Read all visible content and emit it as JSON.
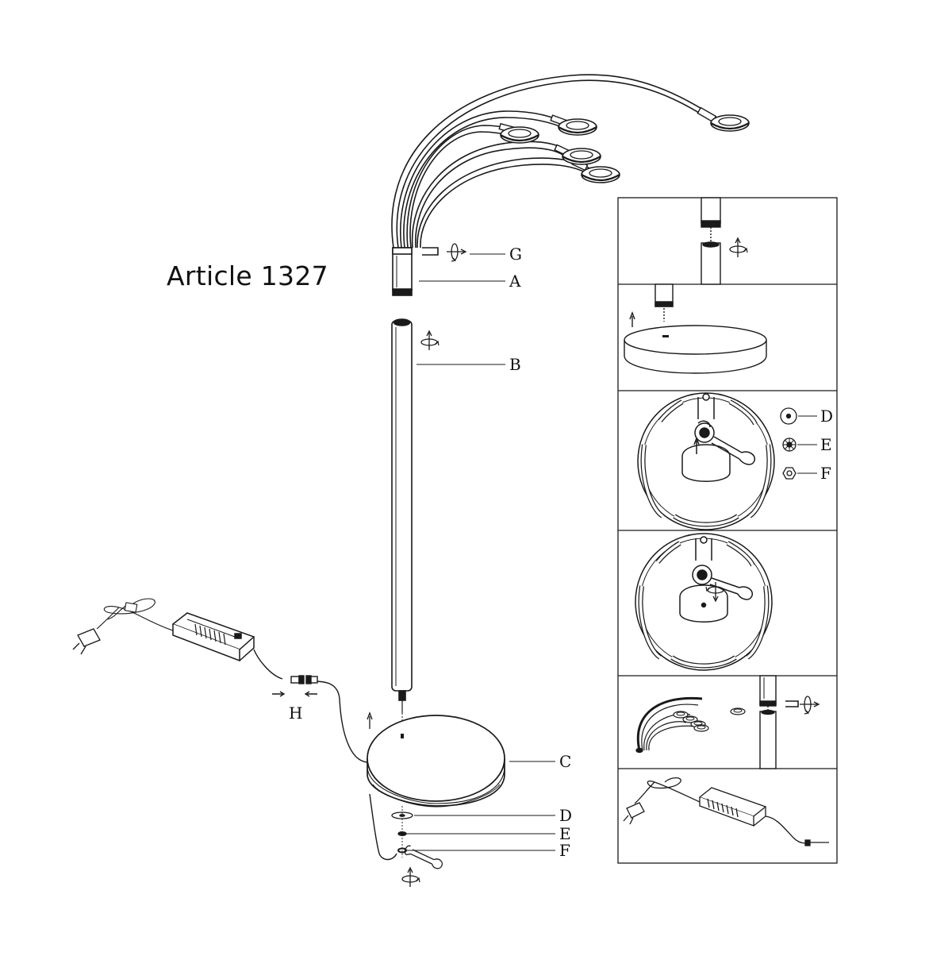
{
  "title": "Article 1327",
  "labels": {
    "G": "G",
    "A": "A",
    "B": "B",
    "C": "C",
    "D": "D",
    "E": "E",
    "F": "F",
    "H": "H"
  },
  "steps": {
    "step3": {
      "D": "D",
      "E": "E",
      "F": "F"
    }
  },
  "colors": {
    "line": "#1a1a1a",
    "background": "#ffffff",
    "fill_dark": "#2a2a2a"
  }
}
